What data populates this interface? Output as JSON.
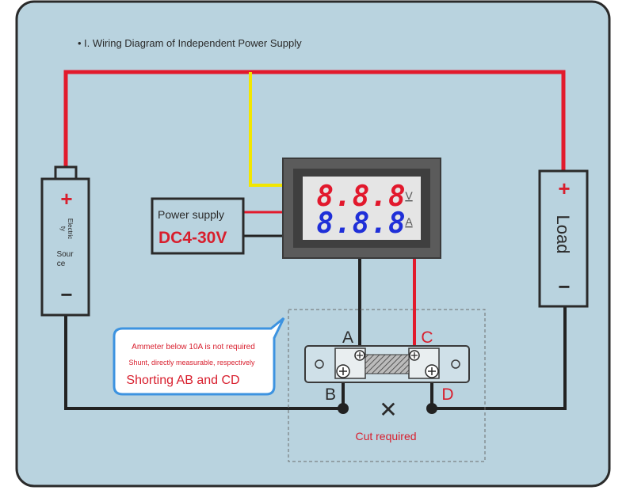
{
  "title": "I. Wiring Diagram of Independent Power Supply",
  "source": {
    "plus": "+",
    "minus": "−",
    "label_lines": [
      "Electric",
      "ty",
      "Sour",
      "ce"
    ]
  },
  "load": {
    "plus": "+",
    "label": "Load",
    "minus": "−"
  },
  "power_supply": {
    "label": "Power supply",
    "range": "DC4-30V"
  },
  "meter": {
    "volt_digits": "8.8.8",
    "volt_unit": "V",
    "amp_digits": "8.8.8",
    "amp_unit": "A"
  },
  "terminals": {
    "a": "A",
    "b": "B",
    "c": "C",
    "d": "D"
  },
  "callout": {
    "line1": "Ammeter below 10A is not required",
    "line2": "Shunt, directly measurable, respectively",
    "line3": "Shorting AB and CD"
  },
  "cut": {
    "mark": "✕",
    "label": "Cut required"
  },
  "colors": {
    "panel": "#b9d3df",
    "wire_red": "#e21a2c",
    "wire_black": "#222222",
    "wire_yellow": "#f2e600",
    "display_red": "#e2182c",
    "display_blue": "#1f2fd8",
    "callout_blue": "#3d93e0",
    "text_red": "#d81e2d"
  }
}
